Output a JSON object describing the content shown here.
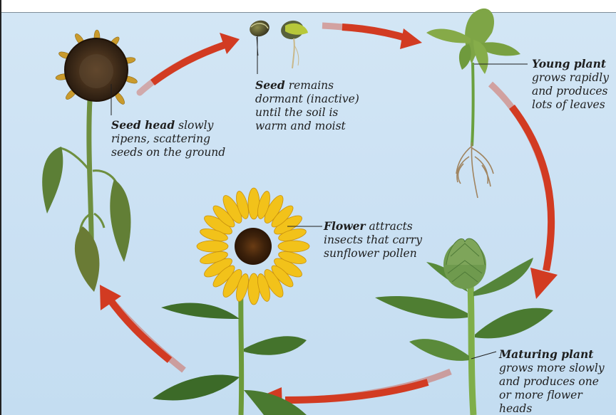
{
  "colors": {
    "background": "#cbe1f3",
    "arrow": "#d23b22",
    "leaf": "#5d8a3a",
    "stem": "#6e9a45",
    "petal": "#f2c21a",
    "disc": "#4a2a10"
  },
  "icons": [
    "cycle-arrow-icon",
    "sunflower-illustration"
  ],
  "captions": {
    "seed_head": {
      "term": "Seed head",
      "text": "slowly ripens, scattering seeds on the ground"
    },
    "seed": {
      "term": "Seed",
      "text": "remains dormant (inactive) until the soil is warm and moist"
    },
    "young_plant": {
      "term": "Young plant",
      "text": "grows rapidly and produces lots of leaves"
    },
    "flower": {
      "term": "Flower",
      "text": "attracts insects that carry sunflower pollen"
    },
    "maturing_plant": {
      "term": "Maturing plant",
      "text": "grows more slowly and produces one or more flower heads"
    }
  }
}
